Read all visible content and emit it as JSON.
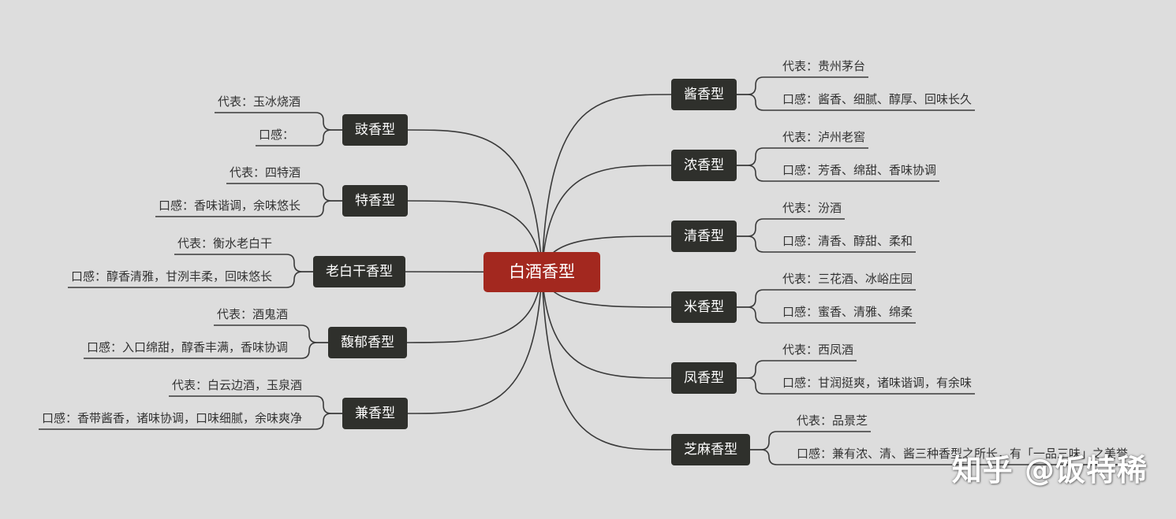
{
  "root": {
    "label": "白酒香型"
  },
  "branches": [
    {
      "id": "jiang",
      "label": "酱香型",
      "rep": "代表：贵州茅台",
      "taste": "口感：酱香、细腻、醇厚、回味长久"
    },
    {
      "id": "nong",
      "label": "浓香型",
      "rep": "代表：泸州老窖",
      "taste": "口感：芳香、绵甜、香味协调"
    },
    {
      "id": "qing",
      "label": "清香型",
      "rep": "代表：汾酒",
      "taste": "口感：清香、醇甜、柔和"
    },
    {
      "id": "mi",
      "label": "米香型",
      "rep": "代表：三花酒、冰峪庄园",
      "taste": "口感：蜜香、清雅、绵柔"
    },
    {
      "id": "feng",
      "label": "凤香型",
      "rep": "代表：西凤酒",
      "taste": "口感：甘润挺爽，诸味谐调，有余味"
    },
    {
      "id": "zhima",
      "label": "芝麻香型",
      "rep": "代表：品景芝",
      "taste": "口感：兼有浓、清、酱三种香型之所长，有「一品三味」之美誉"
    },
    {
      "id": "chi",
      "label": "豉香型",
      "rep": "代表：玉冰烧酒",
      "taste": "口感："
    },
    {
      "id": "te",
      "label": "特香型",
      "rep": "代表：四特酒",
      "taste": "口感：香味谐调，余味悠长"
    },
    {
      "id": "laobaigan",
      "label": "老白干香型",
      "rep": "代表：衡水老白干",
      "taste": "口感：醇香清雅，甘洌丰柔，回味悠长"
    },
    {
      "id": "fuyu",
      "label": "馥郁香型",
      "rep": "代表：酒鬼酒",
      "taste": "口感：入口绵甜，醇香丰满，香味协调"
    },
    {
      "id": "jian",
      "label": "兼香型",
      "rep": "代表：白云边酒，玉泉酒",
      "taste": "口感：香带酱香，诸味协调，口味细腻，余味爽净"
    }
  ],
  "watermark": "知乎 @饭特稀",
  "colors": {
    "background": "#dddddd",
    "root": "#a3281f",
    "branch": "#2f302c",
    "line": "#3a3a3a"
  }
}
